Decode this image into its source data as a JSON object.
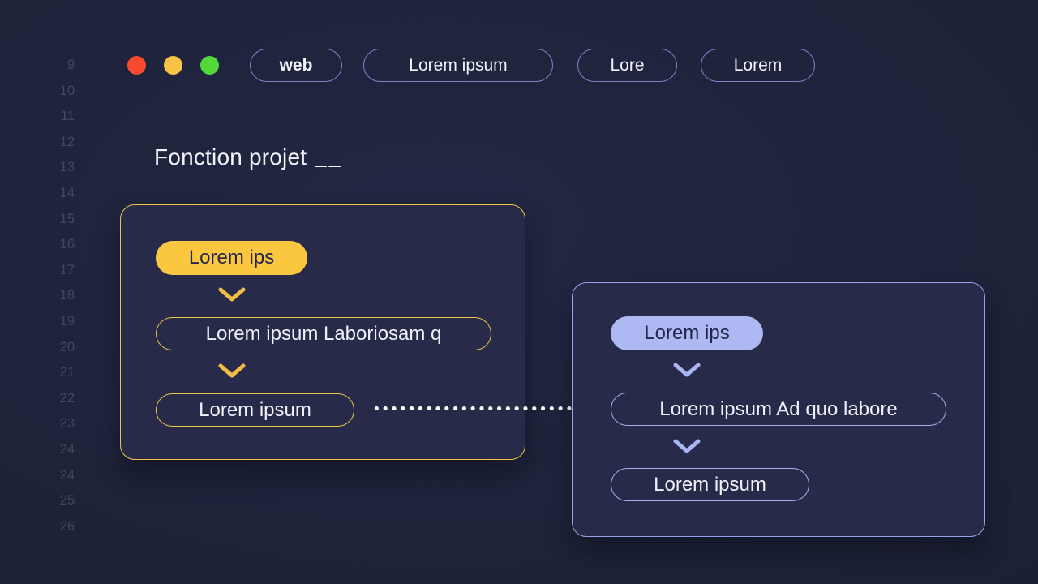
{
  "window": {
    "controls": [
      {
        "name": "close",
        "color": "#f84a2f"
      },
      {
        "name": "minimize",
        "color": "#f6c344"
      },
      {
        "name": "maximize",
        "color": "#52d83a"
      }
    ],
    "tabs": [
      {
        "label": "web"
      },
      {
        "label": "Lorem ipsum"
      },
      {
        "label": "Lore"
      },
      {
        "label": "Lorem"
      }
    ]
  },
  "editor": {
    "line_numbers": [
      "9",
      "10",
      "11",
      "12",
      "13",
      "14",
      "15",
      "16",
      "17",
      "18",
      "19",
      "20",
      "21",
      "22",
      "23",
      "24",
      "24",
      "25",
      "26"
    ]
  },
  "header": {
    "title": "Fonction projet",
    "title_suffix": "__"
  },
  "flow_left": {
    "theme_color": "#f6c445",
    "fill_color": "#fac73e",
    "nodes": [
      {
        "label": "Lorem ips",
        "style": "filled"
      },
      {
        "label": "Lorem ipsum Laboriosam q",
        "style": "outlined"
      },
      {
        "label": "Lorem ipsum",
        "style": "outlined"
      }
    ]
  },
  "flow_right": {
    "theme_color": "#98a3e8",
    "fill_color": "#aeb9f4",
    "nodes": [
      {
        "label": "Lorem ips",
        "style": "filled"
      },
      {
        "label": "Lorem ipsum Ad quo labore",
        "style": "outlined"
      },
      {
        "label": "Lorem ipsum",
        "style": "outlined"
      }
    ]
  },
  "connector": {
    "style": "dotted-arrow",
    "color": "#ffffff"
  },
  "colors": {
    "background": "#1d2238",
    "panel": "#272b49",
    "tab_border": "#7c83c9",
    "line_number": "#43485f",
    "text_light": "#eff1fa",
    "text_dark": "#23264a"
  }
}
